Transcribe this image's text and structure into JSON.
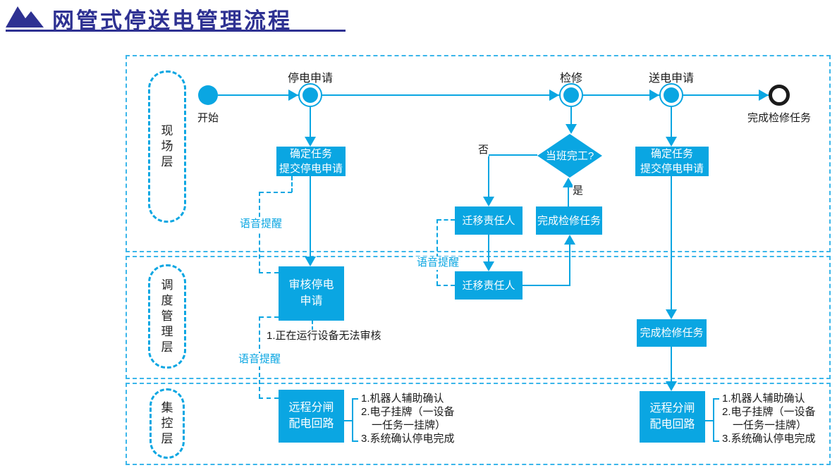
{
  "title": "网管式停送电管理流程",
  "lanes": {
    "field": "现场层",
    "dispatch": "调度管理层",
    "control": "集控层"
  },
  "nodes": {
    "start": "开始",
    "stop_request": "停电申请",
    "maintenance": "检修",
    "send_request": "送电申请",
    "end": "完成检修任务"
  },
  "decision": {
    "question": "当班完工?",
    "yes": "是",
    "no": "否"
  },
  "boxes": {
    "confirm_task": {
      "line1": "确定任务",
      "line2": "提交停电申请"
    },
    "review": {
      "line1": "审核停电",
      "line2": "申请"
    },
    "transfer": "迁移责任人",
    "complete": "完成检修任务",
    "remote": {
      "line1": "远程分闸",
      "line2": "配电回路"
    }
  },
  "labels": {
    "voice_reminder": "语音提醒"
  },
  "notes": {
    "review_note": "1.正在运行设备无法审核",
    "remote_note_1": "1.机器人辅助确认",
    "remote_note_2": "2.电子挂牌（一设备",
    "remote_note_3": "一任务一挂牌）",
    "remote_note_4": "3.系统确认停电完成"
  },
  "colors": {
    "accent": "#0AA6E2",
    "title": "#2E3192",
    "ink": "#1A1A1A"
  }
}
